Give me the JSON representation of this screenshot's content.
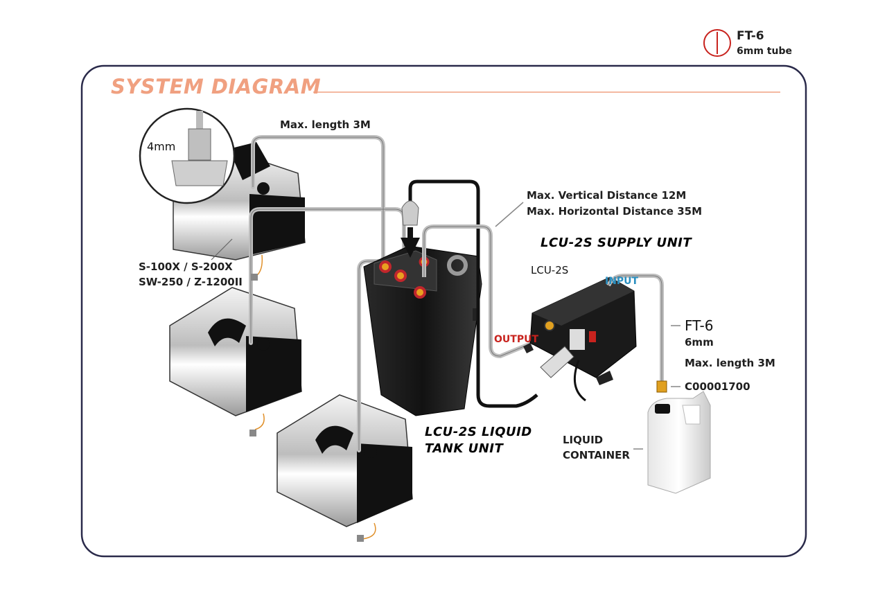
{
  "legend": {
    "code": "FT-6",
    "desc": "6mm tube"
  },
  "title": "SYSTEM DIAGRAM",
  "labels": {
    "inlet_size": "4mm",
    "max_length_top": "Max. length 3M",
    "max_vertical": "Max. Vertical Distance 12M",
    "max_horizontal": "Max. Horizontal Distance 35M",
    "supply_unit": "LCU-2S SUPPLY UNIT",
    "models_line1": "S-100X / S-200X",
    "models_line2": "SW-250 / Z-1200II",
    "lcu2s": "LCU-2S",
    "input": "INPUT",
    "output": "OUTPUT",
    "ft6": "FT-6",
    "ft6_size": "6mm",
    "ft6_length": "Max. length 3M",
    "part_no": "C00001700",
    "tank_unit_line1": "LCU-2S LIQUID",
    "tank_unit_line2": "TANK UNIT",
    "container_line1": "LIQUID",
    "container_line2": "CONTAINER"
  },
  "colors": {
    "frame": "#2a2a4a",
    "title": "#f0a080",
    "output": "#c8231e",
    "input": "#2a8fc0",
    "tube": "#cfcfcf",
    "connector": "#e0a020"
  }
}
